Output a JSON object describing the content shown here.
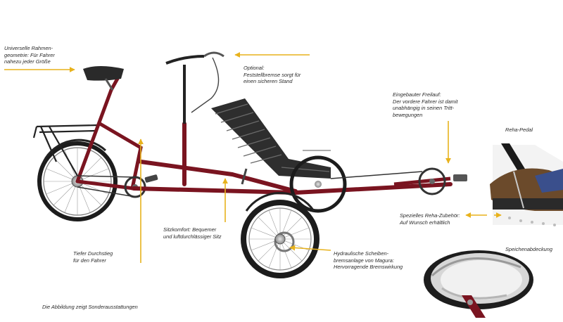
{
  "annotations": {
    "frame_geometry": [
      "Universelle Rahmen-",
      "geometrie: Für Fahrer",
      "nahezu jeder Größe"
    ],
    "parking_brake": [
      "Optional:",
      "Feststellbremse sorgt für",
      "einen sicheren Stand"
    ],
    "freewheel": [
      "Eingebauter Freilauf:",
      "Der vordere Fahrer ist damit",
      "unabhängig in seinen Tritt-",
      "bewegungen"
    ],
    "reha_pedal": [
      "Reha-Pedal"
    ],
    "reha_accessory": [
      "Spezielles Reha-Zubehör:",
      "Auf Wunsch erhältlich"
    ],
    "spoke_cover": [
      "Speichenabdeckung"
    ],
    "seat_comfort": [
      "Sitzkomfort: Bequemer",
      "und luftdurchlässiger Sitz"
    ],
    "low_step": [
      "Tiefer Durchstieg",
      "für den Fahrer"
    ],
    "disc_brake": [
      "Hydraulische Scheiben-",
      "bremsanlage von Magura:",
      "Hervorragende Bremswirkung"
    ],
    "footnote": [
      "Die Abbildung zeigt Sonderausstattungen"
    ]
  },
  "colors": {
    "frame": "#7a1420",
    "arrow": "#e8b21c",
    "tire": "#1c1c1c",
    "seat": "#2e2e2e",
    "chrome": "#b8b8b8"
  },
  "icons": [
    "tandem-tricycle-illustration",
    "reha-pedal-illustration",
    "spoke-cover-illustration"
  ]
}
